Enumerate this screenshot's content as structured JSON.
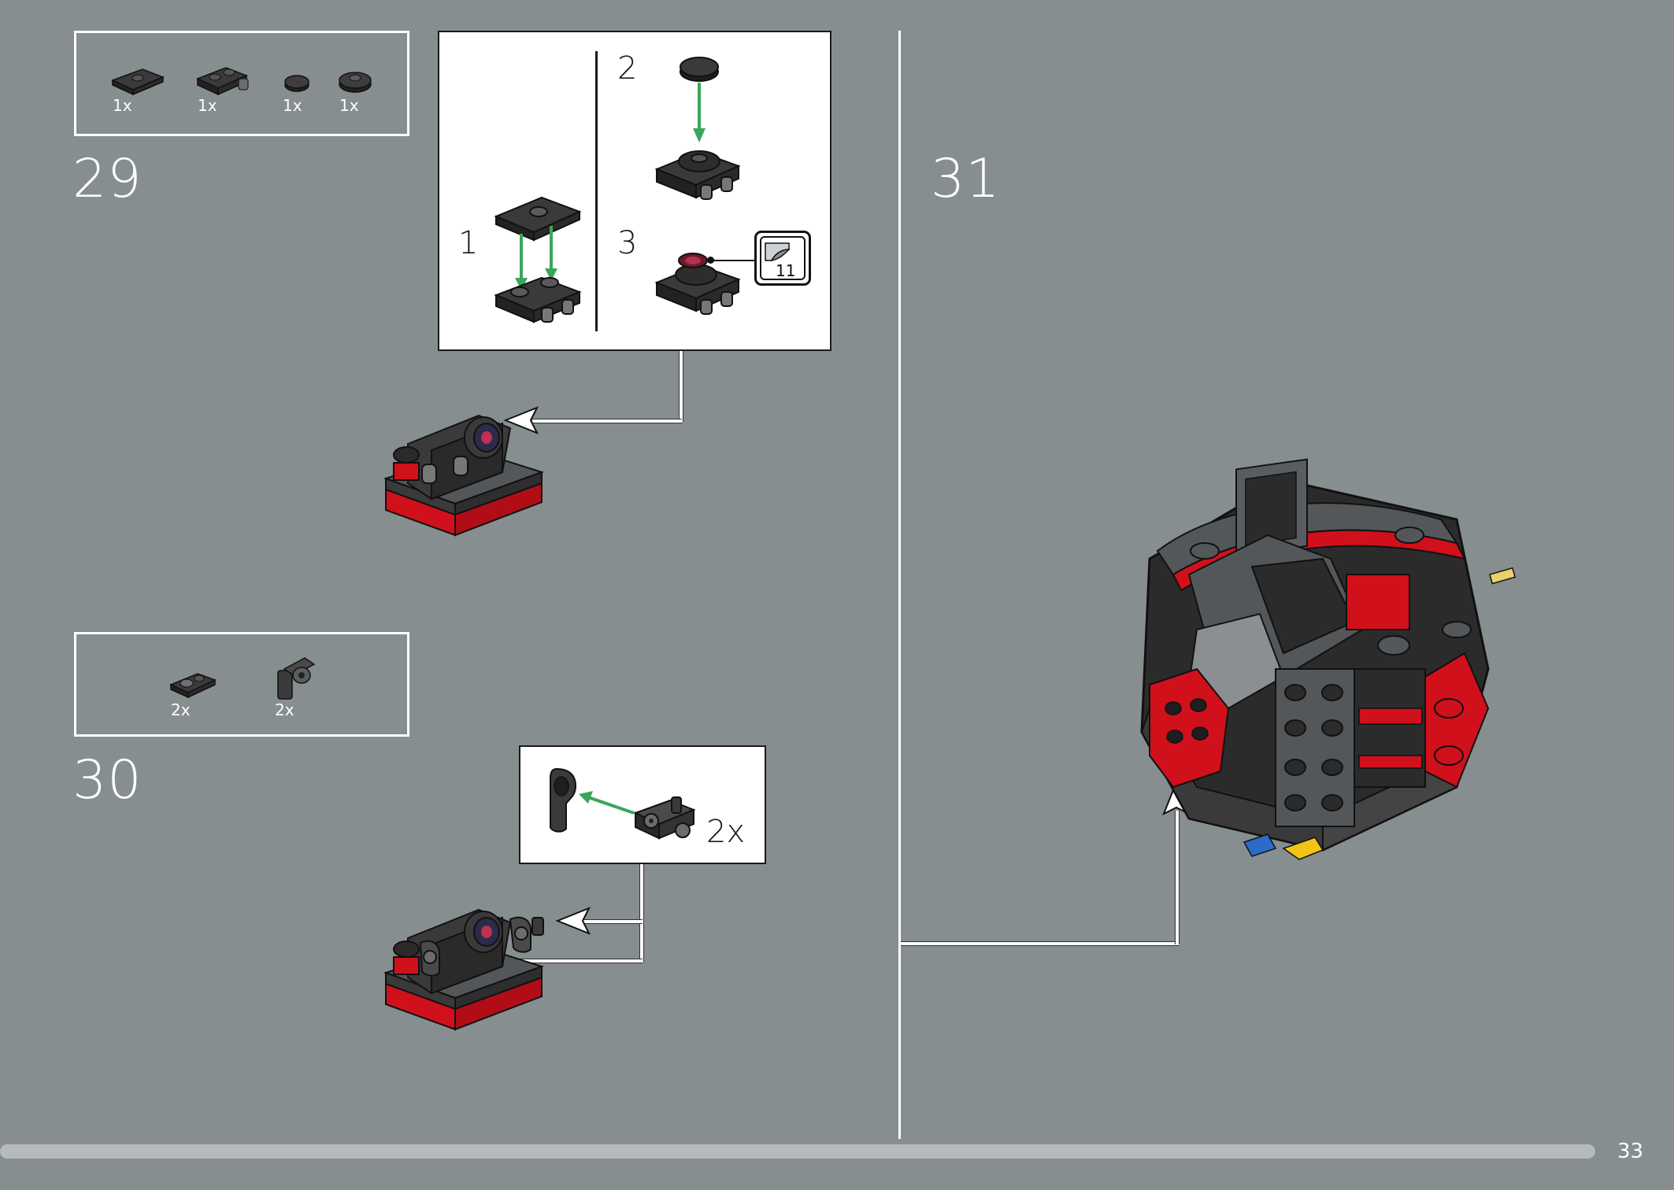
{
  "steps": {
    "step29": {
      "number": "29",
      "parts": [
        {
          "qty": "1x"
        },
        {
          "qty": "1x"
        },
        {
          "qty": "1x"
        },
        {
          "qty": "1x"
        }
      ],
      "subassembly": {
        "labels": [
          "1",
          "2",
          "3"
        ],
        "sticker_number": "11"
      }
    },
    "step30": {
      "number": "30",
      "parts": [
        {
          "qty": "2x"
        },
        {
          "qty": "2x"
        }
      ],
      "subassembly": {
        "multiplier": "2x"
      }
    },
    "step31": {
      "number": "31"
    }
  },
  "colors": {
    "background": "#878e90",
    "brick_black": "#2b2b2b",
    "brick_dark_gray": "#545759",
    "brick_red": "#d0101b",
    "arrow_green": "#3aa65a",
    "white": "#ffffff"
  },
  "footer": {
    "page_number": "33"
  }
}
